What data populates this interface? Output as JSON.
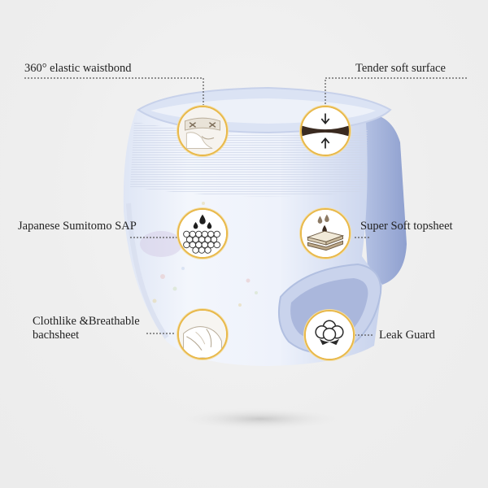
{
  "features": {
    "waistband": {
      "label": "360° elastic waistbond",
      "icon": "elastic-band-icon"
    },
    "surface": {
      "label": "Tender soft surface",
      "icon": "compression-arrows-icon"
    },
    "sap": {
      "label": "Japanese Sumitomo SAP",
      "icon": "absorbent-beads-icon"
    },
    "topsheet": {
      "label": "Super Soft topsheet",
      "icon": "layered-sheet-icon"
    },
    "backsheet": {
      "label_line1": "Clothlike &Breathable",
      "label_line2": "bachsheet",
      "icon": "cloth-fold-icon"
    },
    "leak_guard": {
      "label": "Leak Guard",
      "icon": "cotton-flower-icon"
    }
  },
  "colors": {
    "badge_ring": "#e8b84a",
    "leader_line": "#555555",
    "diaper_body": "#eef2fa",
    "diaper_shade": "#c9d3ea"
  }
}
